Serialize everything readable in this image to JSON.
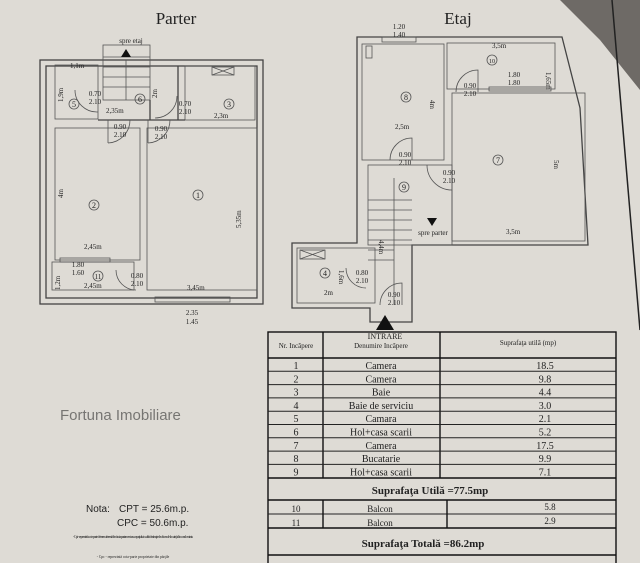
{
  "plans": {
    "ground": {
      "title": "Parter",
      "stairs_label": "spre etaj",
      "rooms": [
        "5",
        "6",
        "3",
        "2",
        "1",
        "11"
      ],
      "dims": {
        "d1": "1,1m",
        "d2": "1,9m",
        "d3": "2,35m",
        "d4": "2m",
        "d5": "2,3m",
        "d6": "4m",
        "d7": "2,45m",
        "d8": "5,35m",
        "d9": "1,2m",
        "d10": "2,45m",
        "d11": "3,45m"
      },
      "doors": [
        [
          "0.70",
          "2.10"
        ],
        [
          "0.70",
          "2.10"
        ],
        [
          "0.90",
          "2.10"
        ],
        [
          "0.90",
          "2.10"
        ],
        [
          "0.80",
          "2.10"
        ]
      ],
      "windows": [
        [
          "1.80",
          "1.60"
        ],
        [
          "2.35",
          "1.45"
        ]
      ]
    },
    "upper": {
      "title": "Etaj",
      "stairs_label": "spre parter",
      "entrance_label": "INTRARE",
      "rooms": [
        "8",
        "10",
        "7",
        "9",
        "4"
      ],
      "dims": {
        "d1": "3,5m",
        "d2": "1,65m",
        "d3": "4m",
        "d4": "2,5m",
        "d5": "5m",
        "d6": "3,5m",
        "d7": "4,4m",
        "d8": "1,6m",
        "d9": "2m"
      },
      "doors": [
        [
          "0.90",
          "2.10"
        ],
        [
          "0.90",
          "2.10"
        ],
        [
          "0.90",
          "2.10"
        ],
        [
          "0.80",
          "2.10"
        ],
        [
          "0.90",
          "2.10"
        ]
      ],
      "windows": [
        [
          "1.20",
          "1.40"
        ],
        [
          "1.80",
          "1.80"
        ]
      ]
    }
  },
  "watermark": "Fortuna Imobiliare",
  "table": {
    "headers": [
      "Nr. Incăpere",
      "Denumire Incăpere",
      "Suprafaţa utilă (mp)"
    ],
    "rows": [
      [
        "1",
        "Camera",
        "18.5"
      ],
      [
        "2",
        "Camera",
        "9.8"
      ],
      [
        "3",
        "Baie",
        "4.4"
      ],
      [
        "4",
        "Baie de serviciu",
        "3.0"
      ],
      [
        "5",
        "Camara",
        "2.1"
      ],
      [
        "6",
        "Hol+casa scarii",
        "5.2"
      ],
      [
        "7",
        "Camera",
        "17.5"
      ],
      [
        "8",
        "Bucatarie",
        "9.9"
      ],
      [
        "9",
        "Hol+casa scarii",
        "7.1"
      ]
    ],
    "subtotal": "Suprafaţa Utilă =77.5mp",
    "balcony_rows": [
      [
        "10",
        "Balcon",
        "5.8"
      ],
      [
        "11",
        "Balcon",
        "2.9"
      ]
    ],
    "total": "Suprafaţa Totală =86.2mp"
  },
  "note": {
    "label": "Nota:",
    "cpt": "CPT = 25.6m.p.",
    "cpc": "CPC = 50.6m.p.",
    "footnote1": "- Cpt - reprezintă cota-parte de teren aferentă fiecărui apartament sau a spaţiului cu altă destinaţie decât cea de locuinţă din condominiu",
    "footnote2": "- Cpc - reprezintă cota-parte proprietate din părţile"
  }
}
